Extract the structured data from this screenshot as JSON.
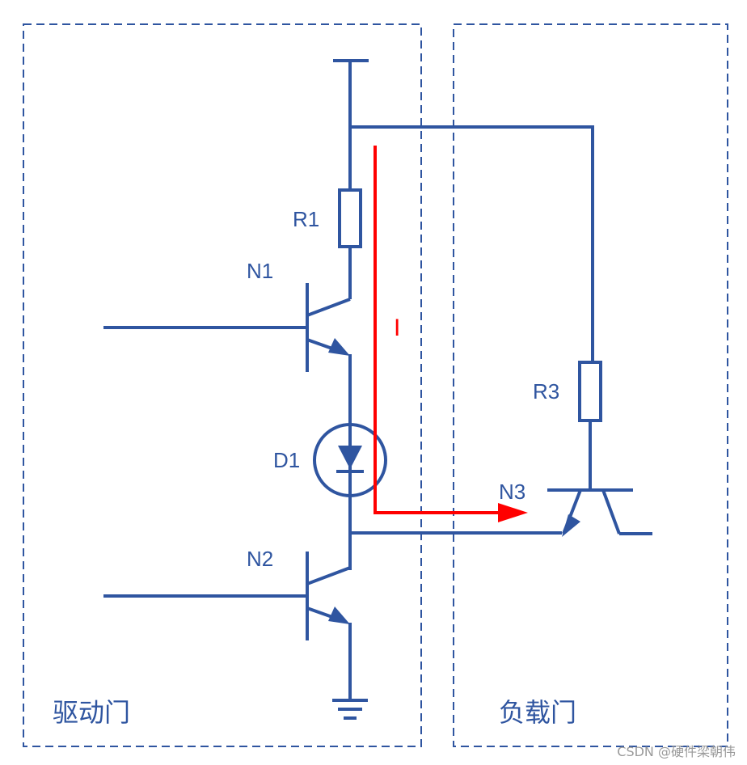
{
  "regions": {
    "driver_gate": "驱动门",
    "load_gate": "负载门"
  },
  "components": {
    "r1": "R1",
    "r3": "R3",
    "n1": "N1",
    "n2": "N2",
    "n3": "N3",
    "d1": "D1"
  },
  "current": {
    "label": "I"
  },
  "watermark": "CSDN @硬件梁朝伟",
  "colors": {
    "wire": "#2f55a0",
    "current": "#ff0000",
    "watermark": "#9a9a9a"
  }
}
